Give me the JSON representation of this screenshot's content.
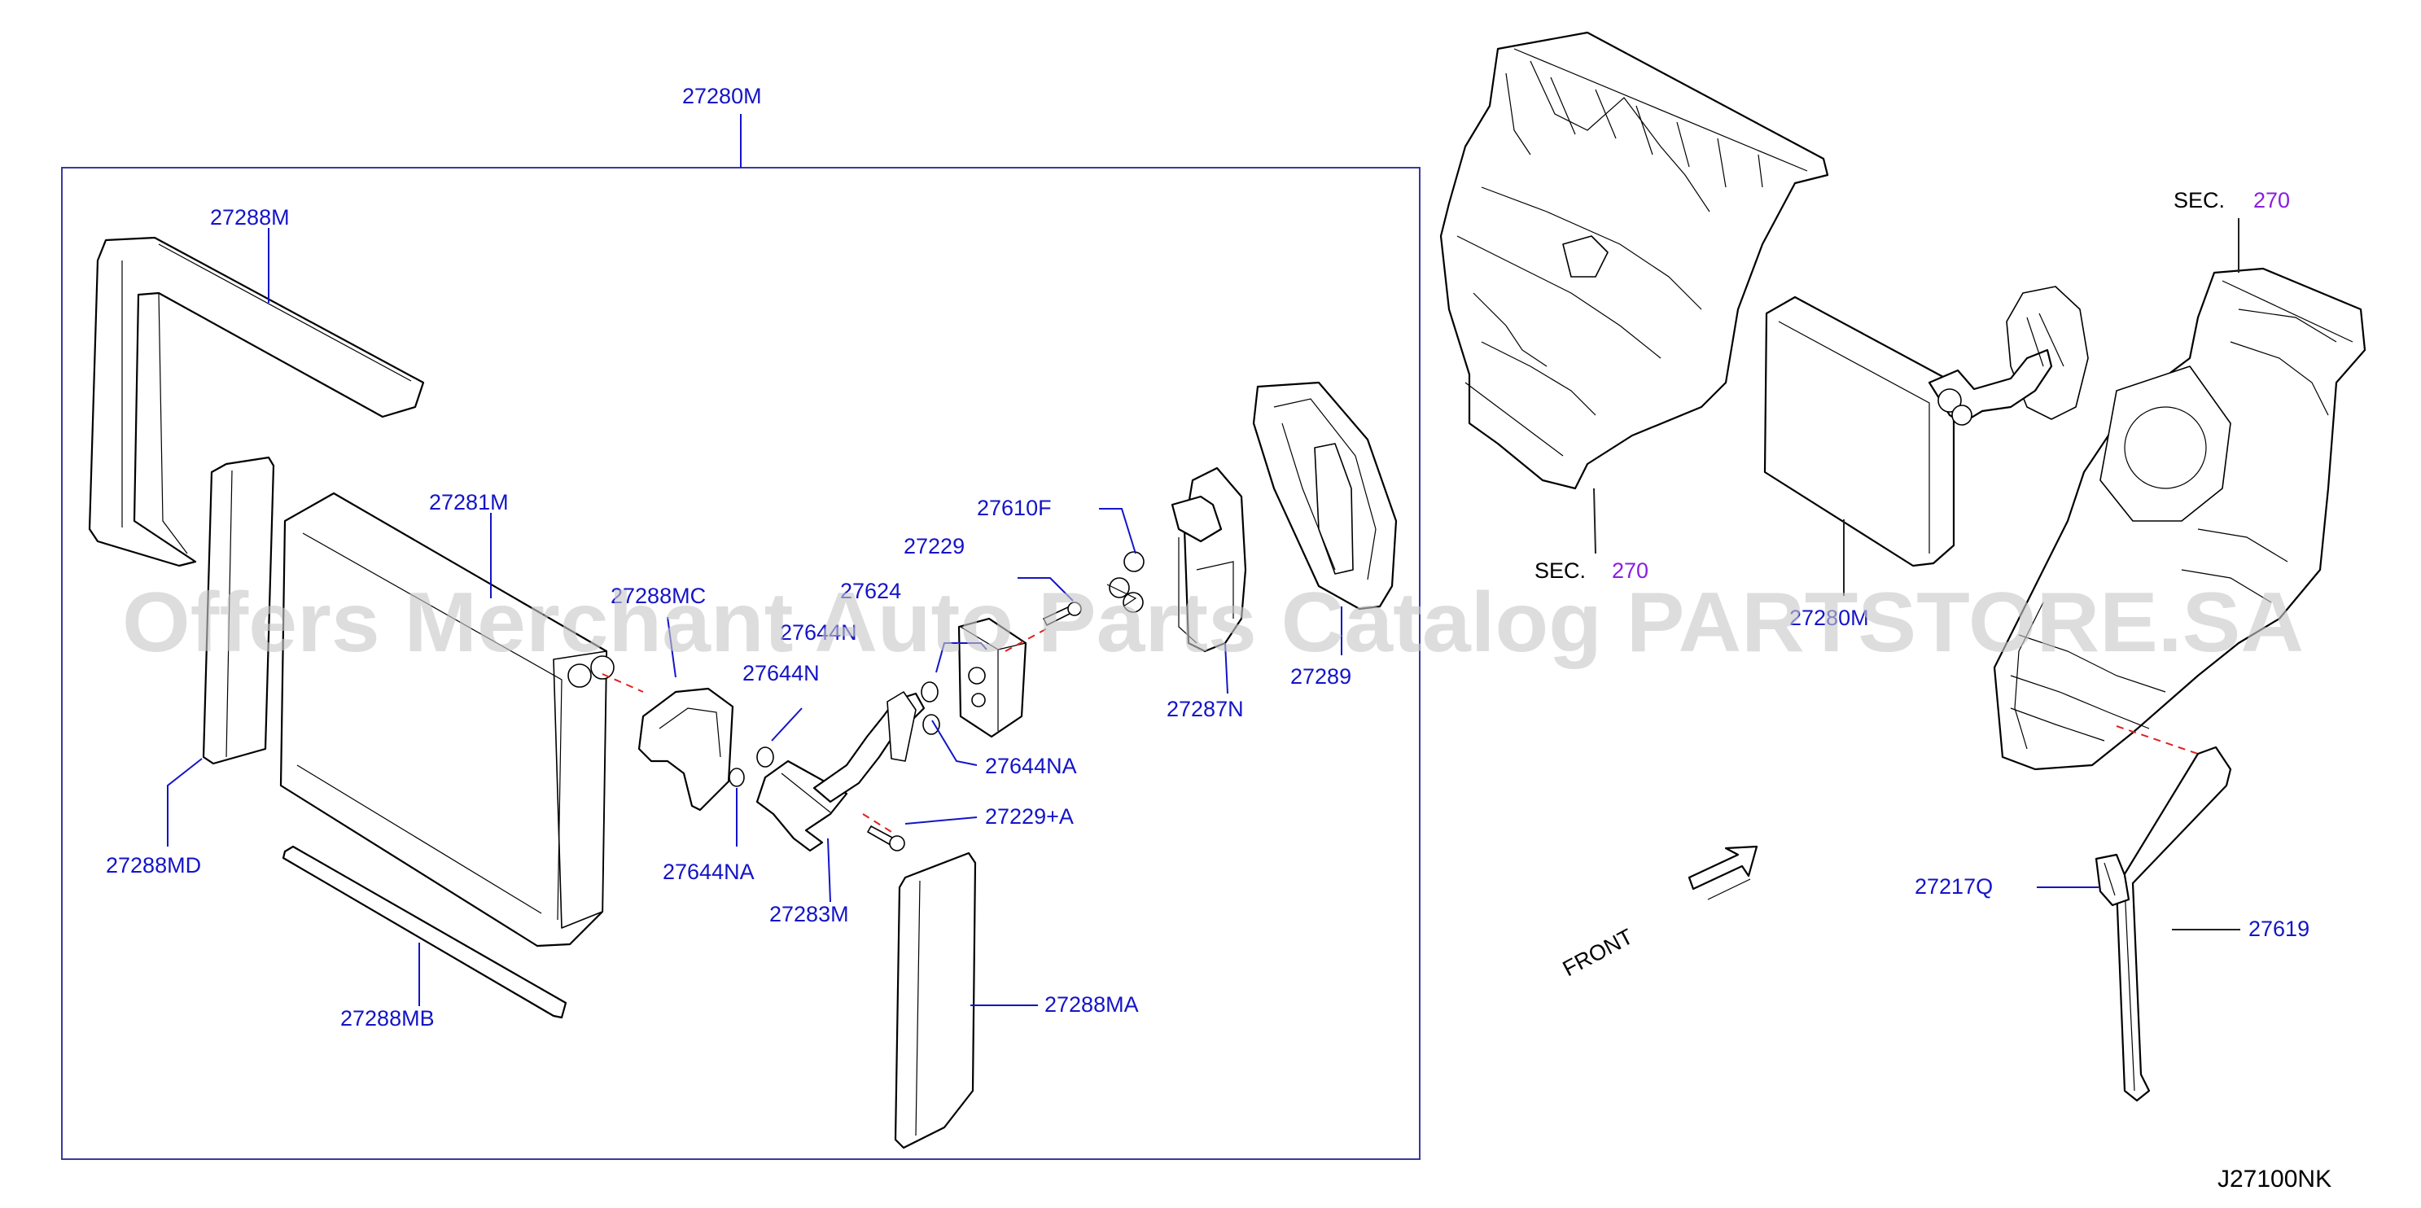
{
  "diagram_code": "J27100NK",
  "section_ref": {
    "prefix": "SEC.",
    "number": "270"
  },
  "front_label": "FRONT",
  "watermark": "Offers Merchant Auto Parts Catalog PARTSTORE.SA",
  "assembly_label": "27280M",
  "labels": {
    "p27288M": "27288M",
    "p27281M": "27281M",
    "p27288MC": "27288MC",
    "p27624": "27624",
    "p27644N_a": "27644N",
    "p27644N_b": "27644N",
    "p27229": "27229",
    "p27610F": "27610F",
    "p27644NA_r": "27644NA",
    "p27644NA_l": "27644NA",
    "p27229A": "27229+A",
    "p27283M": "27283M",
    "p27287N": "27287N",
    "p27289": "27289",
    "p27288MD": "27288MD",
    "p27288MB": "27288MB",
    "p27288MA": "27288MA",
    "p27280M_r": "27280M",
    "p27217Q": "27217Q",
    "p27619": "27619"
  },
  "colors": {
    "part_number": "#1414c8",
    "section_number": "#8a1ee0",
    "outline": "#000000",
    "connector_dash": "#e02020",
    "watermark": "#c8c8c8"
  }
}
